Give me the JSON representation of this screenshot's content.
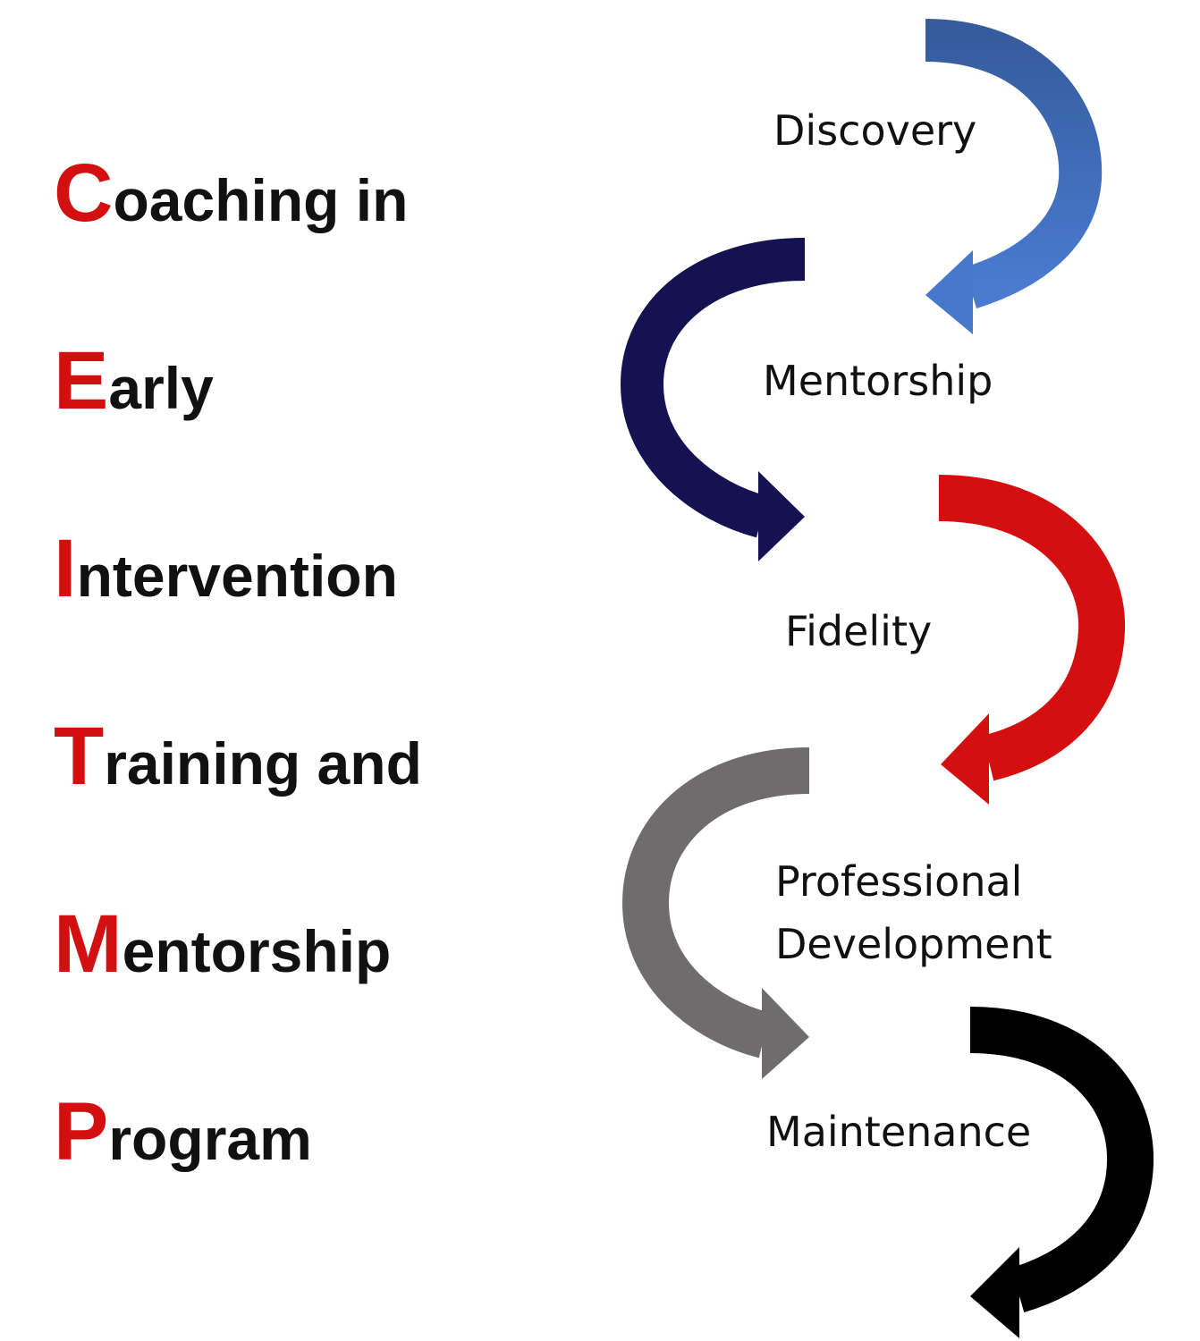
{
  "acronym": [
    {
      "initial": "C",
      "rest": "oaching in"
    },
    {
      "initial": "E",
      "rest": "arly"
    },
    {
      "initial": "I",
      "rest": "ntervention"
    },
    {
      "initial": "T",
      "rest": "raining and"
    },
    {
      "initial": "M",
      "rest": "entorship"
    },
    {
      "initial": "P",
      "rest": "rogram"
    }
  ],
  "stages": {
    "discovery": "Discovery",
    "mentorship": "Mentorship",
    "fidelity": "Fidelity",
    "professional": "Professional",
    "development": "Development",
    "maintenance": "Maintenance"
  },
  "colors": {
    "initial": "#d40f0f",
    "arrow1": "#3e66b2",
    "arrow2": "#141250",
    "arrow3": "#d40f0f",
    "arrow4": "#6f6c6e",
    "arrow5": "#000000"
  }
}
